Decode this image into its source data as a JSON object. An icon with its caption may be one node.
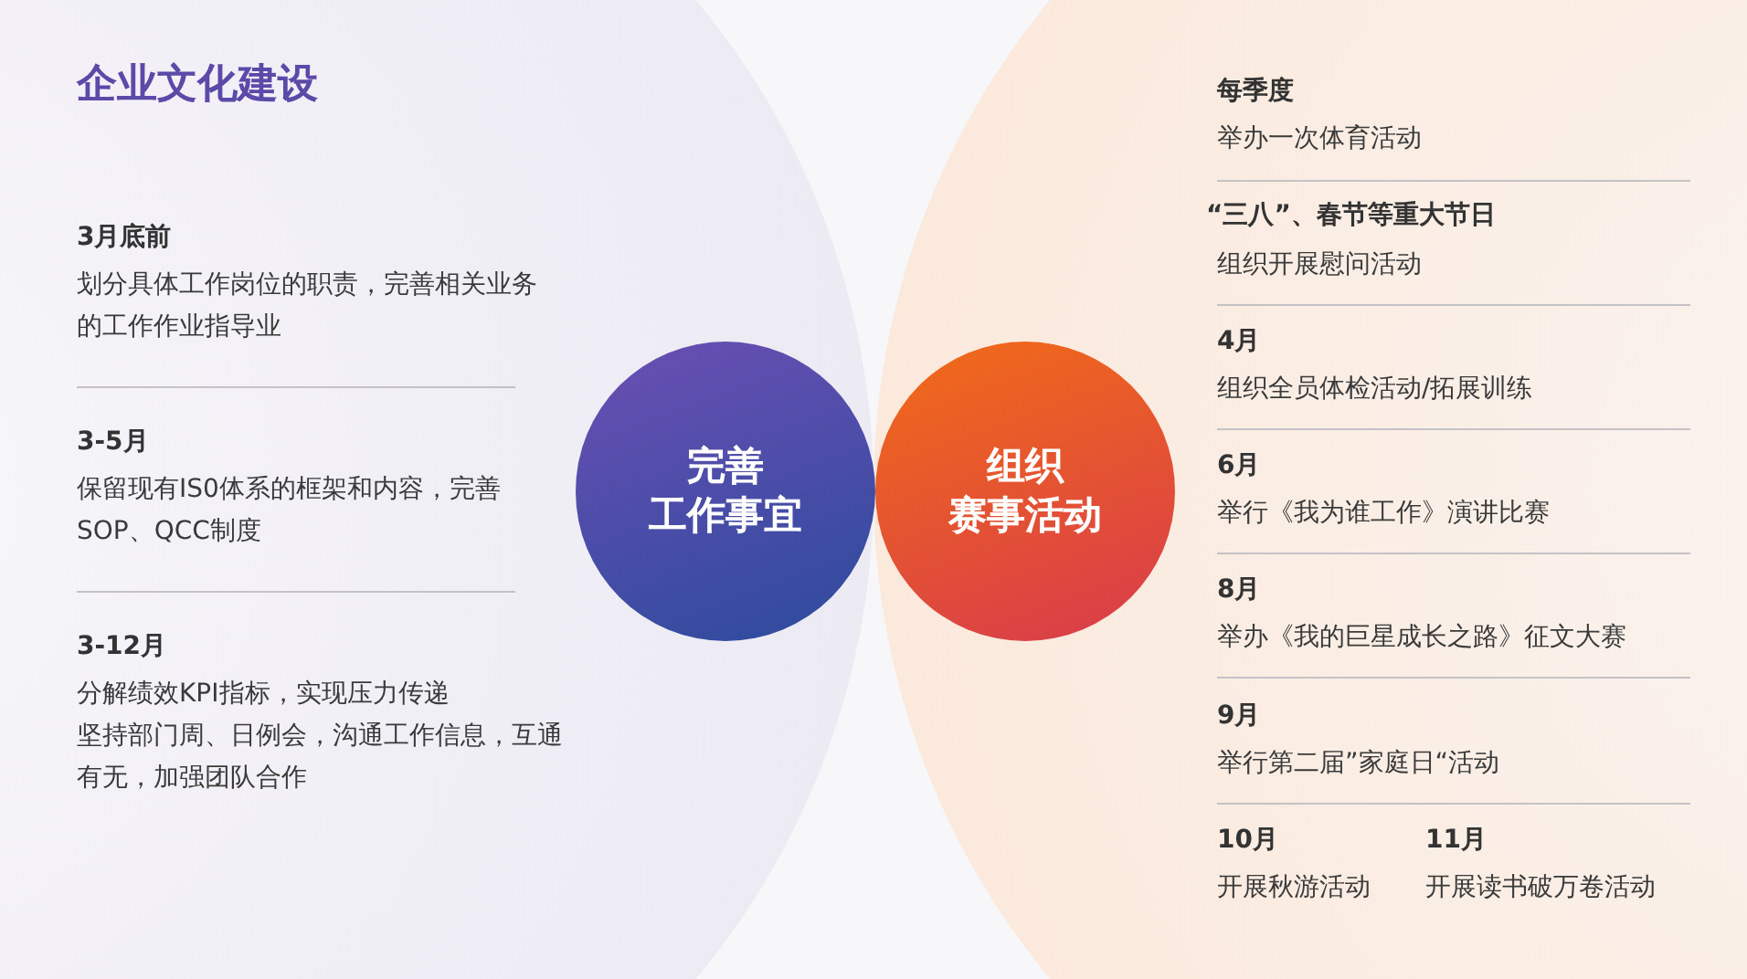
{
  "diagram": {
    "title": "企业文化建设",
    "nodes": [
      {
        "text": [
          "完善",
          "工作事宜"
        ]
      },
      {
        "text": [
          "组织",
          "赛事活动"
        ]
      }
    ],
    "labels": [
      "3月底前",
      "划分具体工作岗位的职责，完善相关业务的工作作业指导业",
      "3-5月",
      "保留现有IS0体系的框架和内容，完善SOP、QCC制度",
      "3-12月",
      "分解绩效KPI指标，实现压力传递",
      "坚持部门周、日例会，沟通工作信息，互通有无，加强团队合作",
      "每季度",
      "举办一次体育活动",
      "“三八”、春节等重大节日",
      "组织开展慰问活动",
      "4月",
      "组织全员体检活动/拓展训练",
      "6月",
      "举行《我为谁工作》演讲比赛",
      "8月",
      "举办《我的巨星成长之路》征文大赛",
      "9月",
      "举行第二届”家庭日“活动",
      "10月",
      "开展秋游活动",
      "11月",
      "开展读书破万卷活动"
    ]
  }
}
